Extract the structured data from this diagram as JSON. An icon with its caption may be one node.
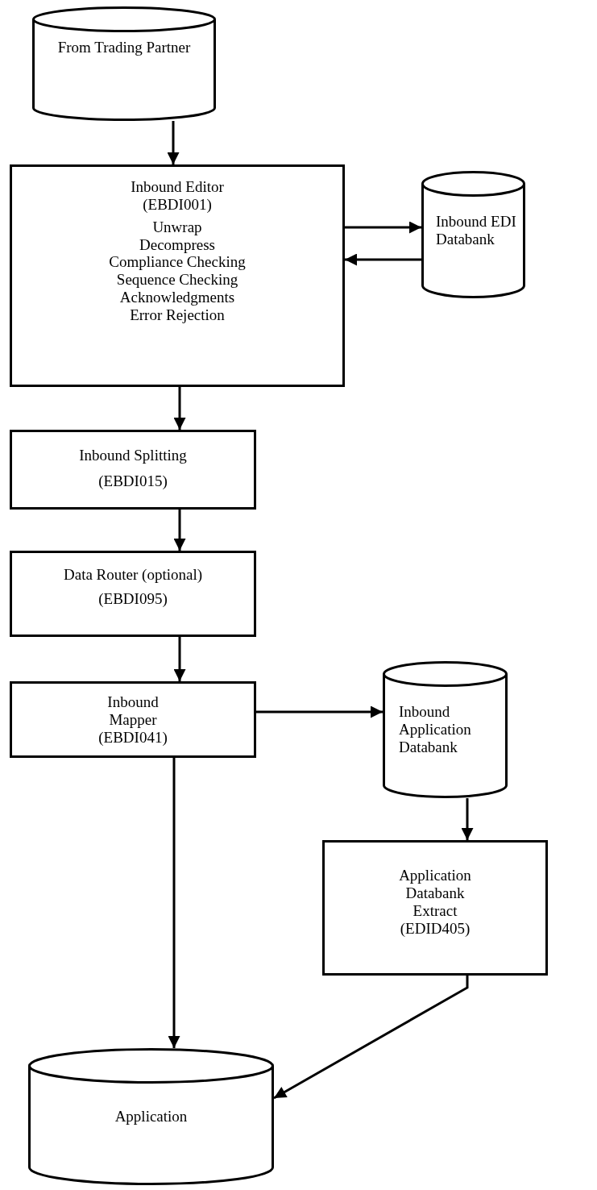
{
  "diagram": {
    "nodes": [
      {
        "text": [
          "From Trading Partner"
        ]
      },
      {
        "text": [
          "Inbound Editor (EBDI001)",
          "Unwrap",
          "Decompress",
          "Compliance Checking",
          "Sequence Checking",
          "Acknowledgments",
          "Error Rejection"
        ]
      },
      {
        "text": [
          "Inbound EDI Databank"
        ]
      },
      {
        "text": [
          "Inbound Splitting",
          "(EBDI015)"
        ]
      },
      {
        "text": [
          "Data Router (optional)",
          "(EBDI095)"
        ]
      },
      {
        "text": [
          "Inbound Mapper (EBDI041)"
        ]
      },
      {
        "text": [
          "Inbound Application Databank"
        ]
      },
      {
        "text": [
          "Application Databank Extract (EDID405)"
        ]
      },
      {
        "text": [
          "Application"
        ]
      }
    ],
    "edges": [
      {
        "from": 0,
        "to": 1,
        "arrow": "to"
      },
      {
        "from": 1,
        "to": 2,
        "arrow": "to"
      },
      {
        "from": 2,
        "to": 1,
        "arrow": "to"
      },
      {
        "from": 1,
        "to": 3,
        "arrow": "to"
      },
      {
        "from": 3,
        "to": 4,
        "arrow": "to"
      },
      {
        "from": 4,
        "to": 5,
        "arrow": "to"
      },
      {
        "from": 5,
        "to": 6,
        "arrow": "to"
      },
      {
        "from": 6,
        "to": 7,
        "arrow": "to"
      },
      {
        "from": 5,
        "to": 8,
        "arrow": "to"
      },
      {
        "from": 7,
        "to": 8,
        "arrow": "to"
      }
    ]
  }
}
